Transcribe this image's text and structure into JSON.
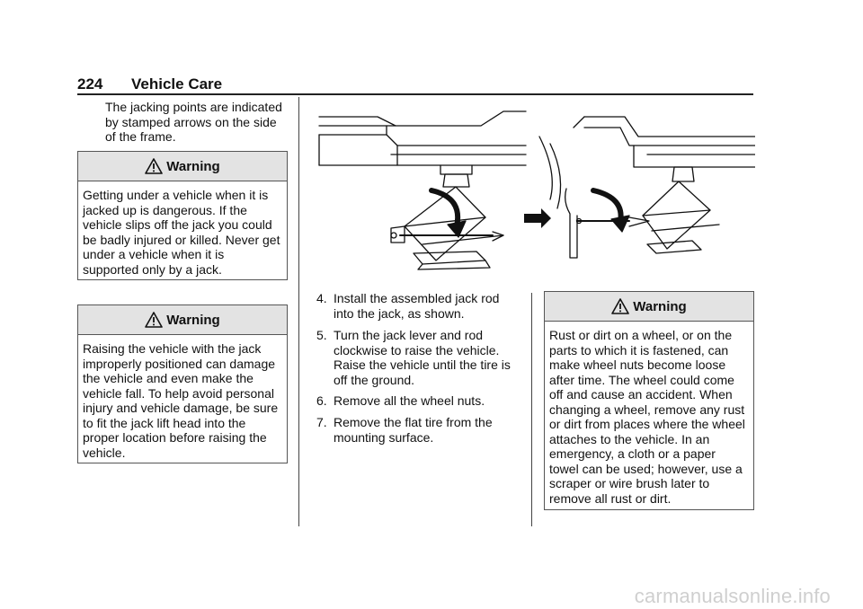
{
  "header": {
    "page_number": "224",
    "section": "Vehicle Care"
  },
  "intro_text": "The jacking points are indicated by stamped arrows on the side of the frame.",
  "warnings": [
    {
      "title": "Warning",
      "body": "Getting under a vehicle when it is jacked up is dangerous. If the vehicle slips off the jack you could be badly injured or killed. Never get under a vehicle when it is supported only by a jack."
    },
    {
      "title": "Warning",
      "body": "Raising the vehicle with the jack improperly positioned can damage the vehicle and even make the vehicle fall. To help avoid personal injury and vehicle damage, be sure to fit the jack lift head into the proper location before raising the vehicle."
    },
    {
      "title": "Warning",
      "body": "Rust or dirt on a wheel, or on the parts to which it is fastened, can make wheel nuts become loose after time. The wheel could come off and cause an accident. When changing a wheel, remove any rust or dirt from places where the wheel attaches to the vehicle. In an emergency, a cloth or a paper towel can be used; however, use a scraper or wire brush later to remove all rust or dirt."
    }
  ],
  "steps": [
    {
      "number": "4.",
      "text": "Install the assembled jack rod into the jack, as shown."
    },
    {
      "number": "5.",
      "text": "Turn the jack lever and rod clockwise to raise the vehicle. Raise the vehicle until the tire is off the ground."
    },
    {
      "number": "6.",
      "text": "Remove all the wheel nuts."
    },
    {
      "number": "7.",
      "text": "Remove the flat tire from the mounting surface."
    }
  ],
  "watermark": "carmanualsonline.info",
  "icons": {
    "warning": "warning-triangle-icon",
    "illustration": "jack-installation-illustration"
  }
}
